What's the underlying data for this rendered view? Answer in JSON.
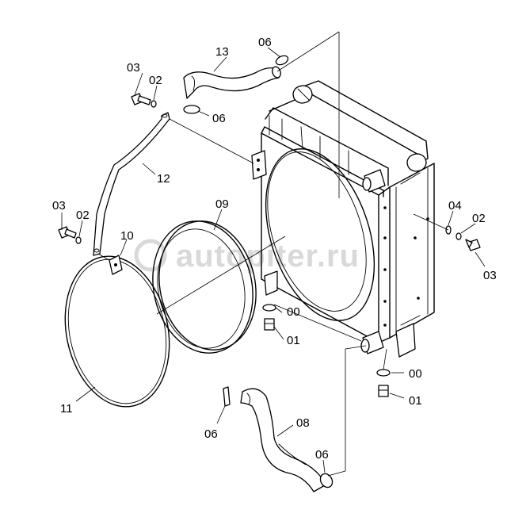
{
  "diagram": {
    "watermark": "autopiter.ru",
    "labels": [
      {
        "id": "lbl-13",
        "text": "13"
      },
      {
        "id": "lbl-06-top",
        "text": "06"
      },
      {
        "id": "lbl-06-clamp",
        "text": "06"
      },
      {
        "id": "lbl-03-top",
        "text": "03"
      },
      {
        "id": "lbl-02-top",
        "text": "02"
      },
      {
        "id": "lbl-12",
        "text": "12"
      },
      {
        "id": "lbl-03-left",
        "text": "03"
      },
      {
        "id": "lbl-02-left",
        "text": "02"
      },
      {
        "id": "lbl-09",
        "text": "09"
      },
      {
        "id": "lbl-10",
        "text": "10"
      },
      {
        "id": "lbl-11",
        "text": "11"
      },
      {
        "id": "lbl-04",
        "text": "04"
      },
      {
        "id": "lbl-02-right",
        "text": "02"
      },
      {
        "id": "lbl-03-right",
        "text": "03"
      },
      {
        "id": "lbl-00-mid",
        "text": "00"
      },
      {
        "id": "lbl-01-mid",
        "text": "01"
      },
      {
        "id": "lbl-00-low",
        "text": "00"
      },
      {
        "id": "lbl-01-low",
        "text": "01"
      },
      {
        "id": "lbl-08",
        "text": "08"
      },
      {
        "id": "lbl-06-bottom-left",
        "text": "06"
      },
      {
        "id": "lbl-06-bottom-right",
        "text": "06"
      }
    ]
  }
}
